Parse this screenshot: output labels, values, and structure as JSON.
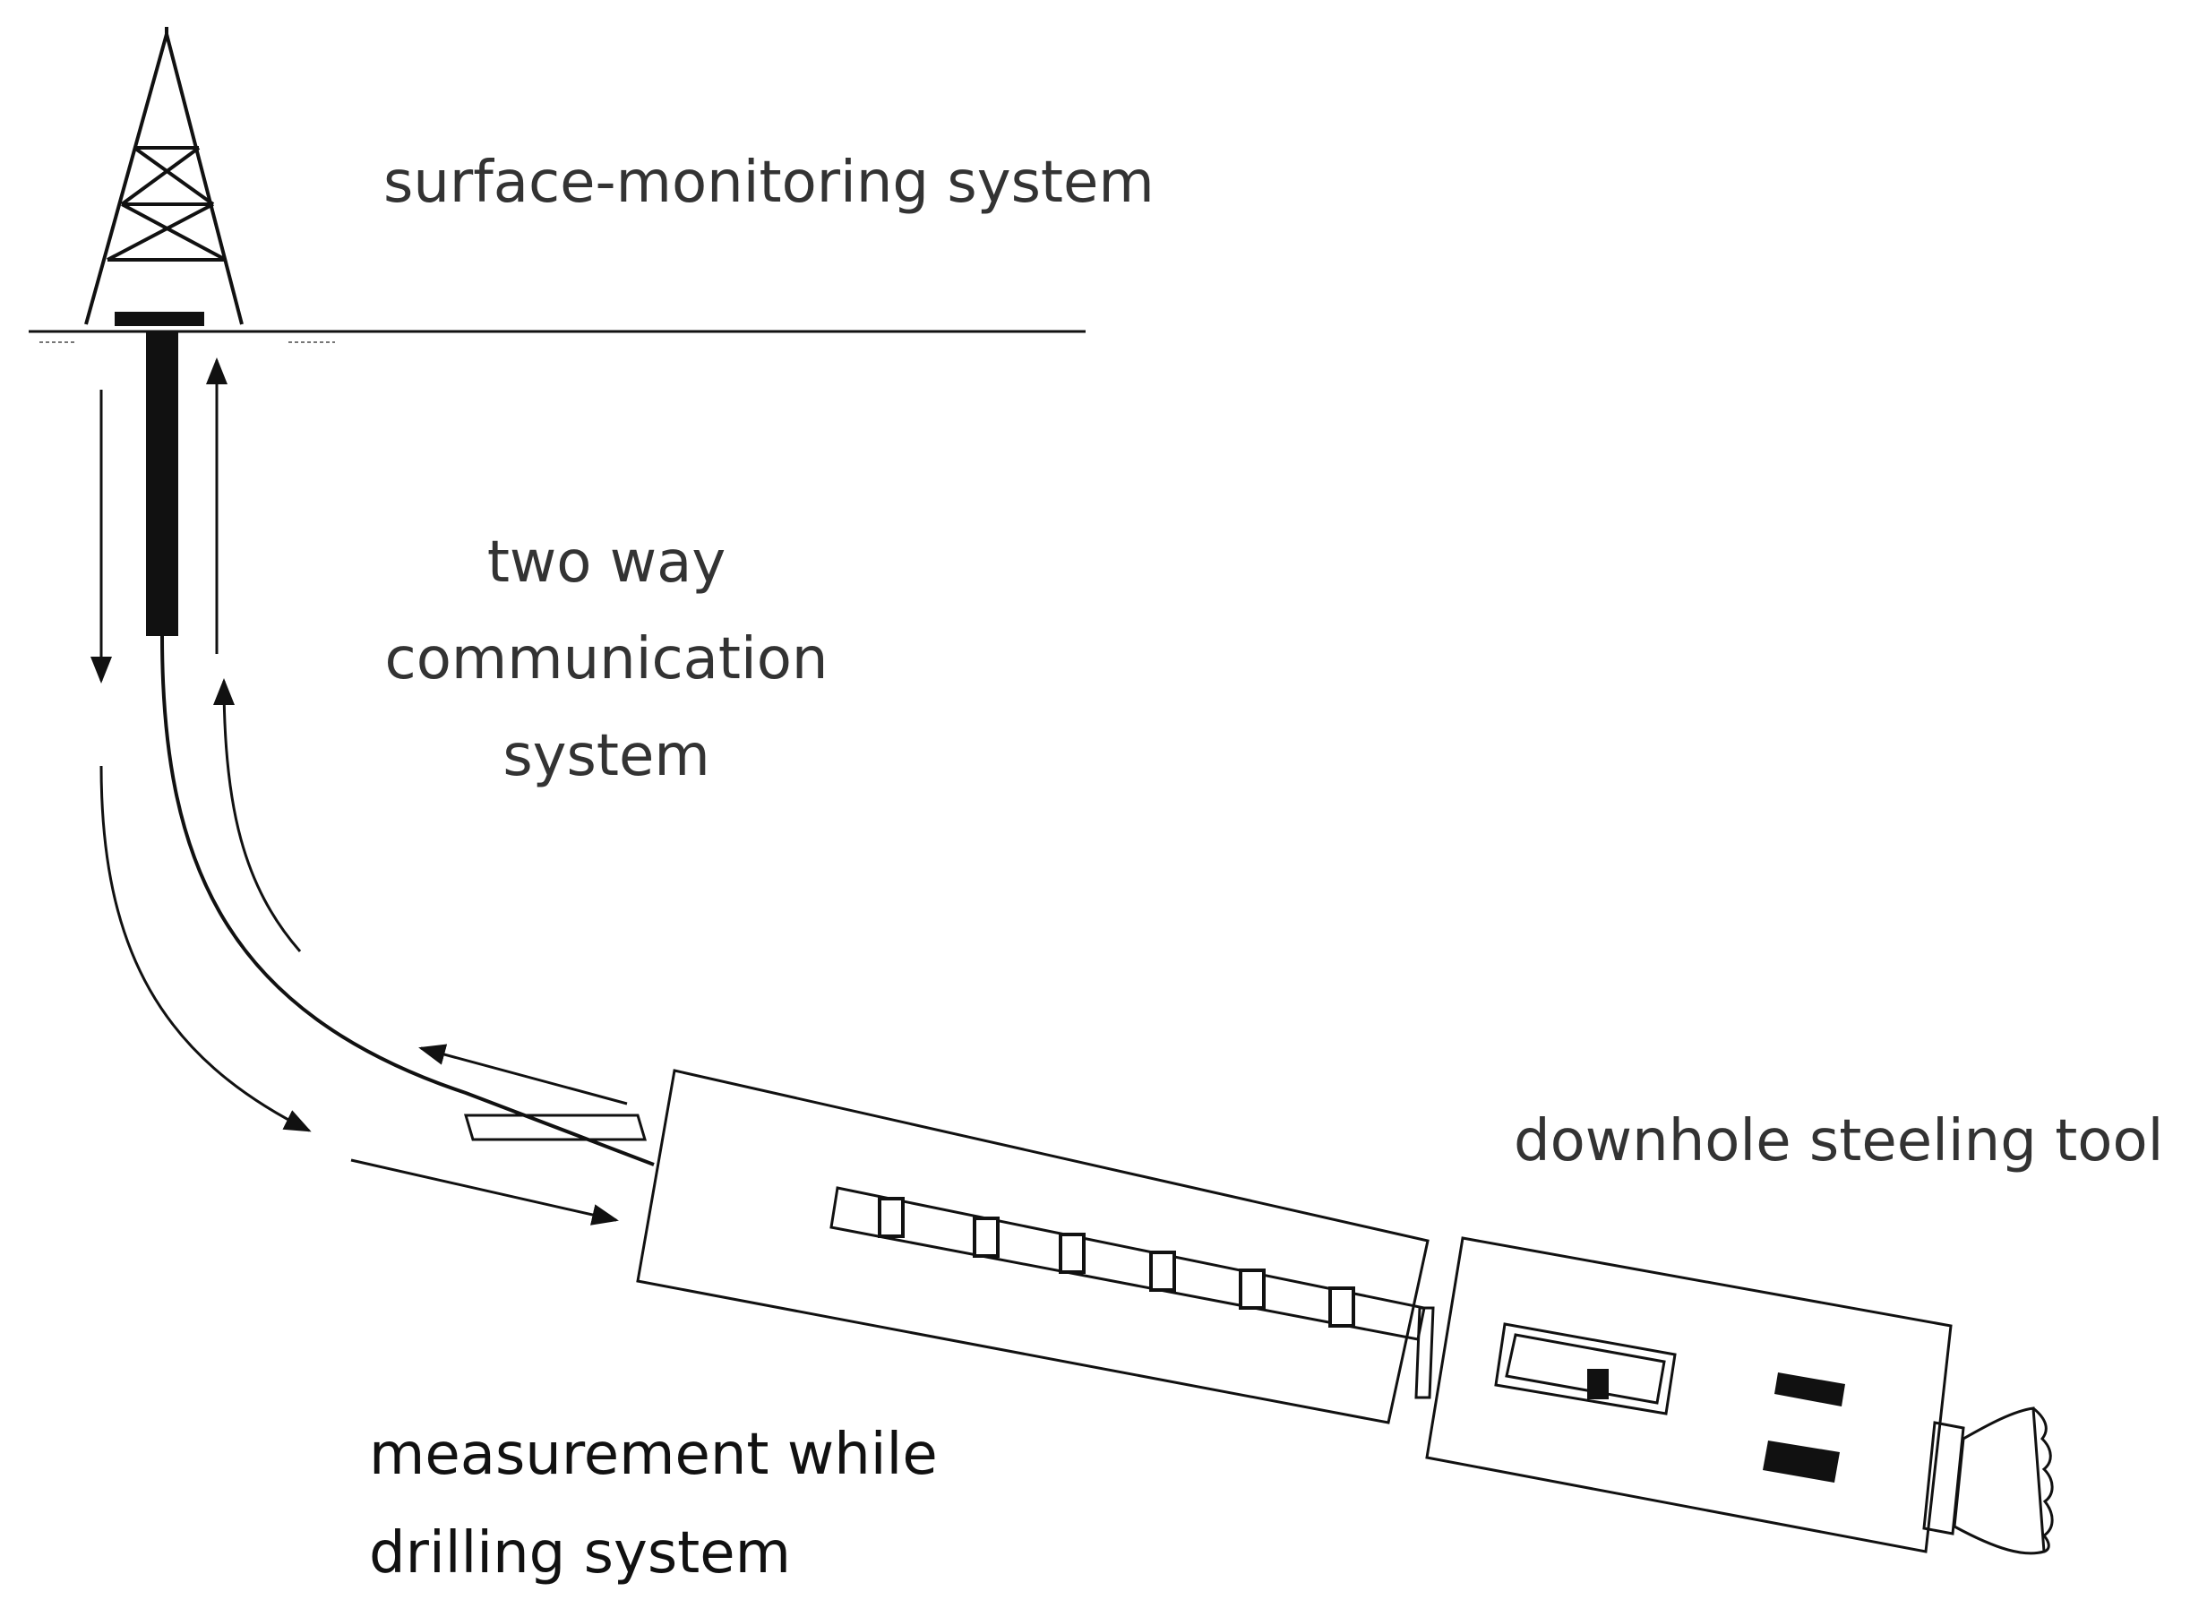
{
  "labels": {
    "surface": "surface-monitoring system",
    "two_way_line1": "two way",
    "two_way_line2": "communication",
    "two_way_line3": "system",
    "downhole": "downhole steeling tool",
    "mwd_line1": "measurement while",
    "mwd_line2": "drilling system"
  },
  "icons": {
    "rig": "derrick-icon",
    "bit": "drill-bit-icon"
  },
  "colors": {
    "line": "#111111",
    "text": "#333333",
    "background": "#ffffff"
  }
}
